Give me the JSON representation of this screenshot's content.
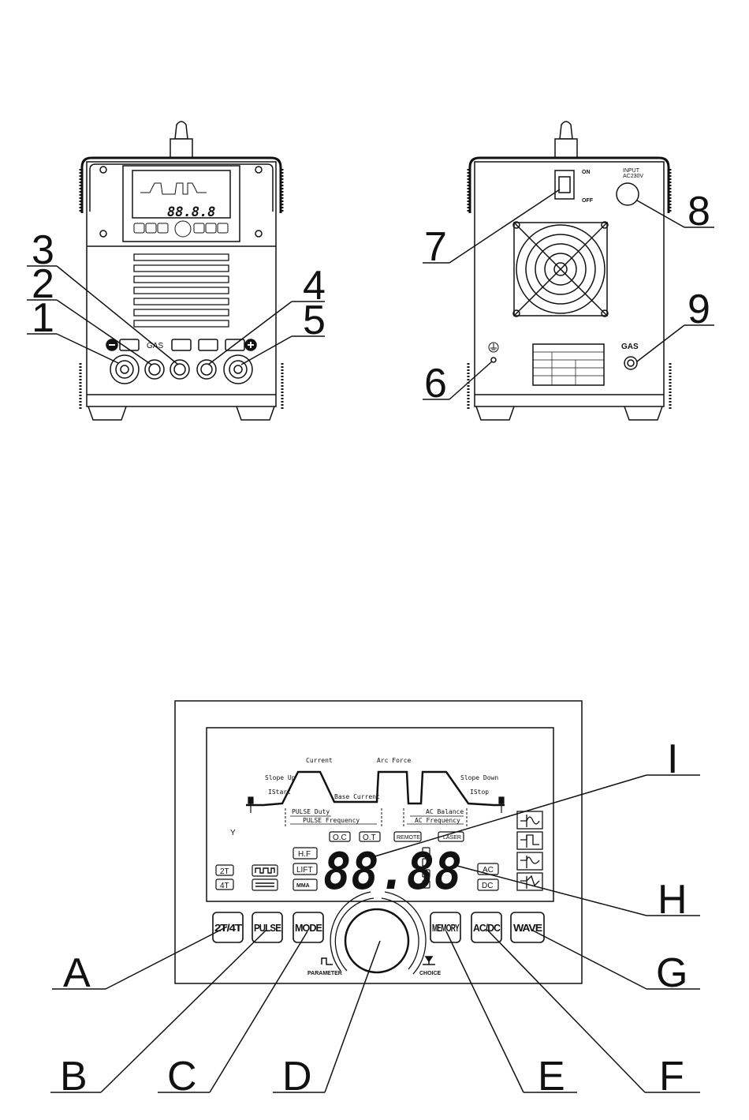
{
  "front_view": {
    "callouts": [
      "1",
      "2",
      "3",
      "4",
      "5"
    ],
    "gas_label": "GAS",
    "buttons": [
      "2T/4T",
      "PULSE",
      "MODE",
      "MEMORY",
      "AC/DC",
      "WAVE"
    ],
    "display_digits": "88.8.8"
  },
  "rear_view": {
    "callouts": [
      "6",
      "7",
      "8",
      "9"
    ],
    "switch_on": "ON",
    "switch_off": "OFF",
    "input_label": "INPUT",
    "input_voltage": "AC230V",
    "gas_label": "GAS"
  },
  "panel": {
    "waveform_labels": {
      "current": "Current",
      "arc_force": "Arc Force",
      "slope_up": "Slope Up",
      "slope_down": "Slope Down",
      "istart": "IStart",
      "istop": "IStop",
      "base_current": "Base Current",
      "pulse_duty": "PULSE Duty",
      "pulse_frequency": "PULSE Frequency",
      "ac_balance": "AC Balance",
      "ac_frequency": "AC Frequency"
    },
    "y_mark": "Y",
    "indicators": {
      "oc": "O.C",
      "ot": "O.T",
      "remote": "REMOTE",
      "laser": "LASER",
      "hf": "H.F",
      "lift": "LIFT",
      "mma": "MMA",
      "two_t": "2T",
      "four_t": "4T",
      "ac": "AC",
      "dc": "DC"
    },
    "digits": "88.88",
    "buttons": {
      "a": "2T/4T",
      "b": "PULSE",
      "c": "MODE",
      "e": "MEMORY",
      "f": "AC/DC",
      "g": "WAVE"
    },
    "knob_left_label": "PARAMETER",
    "knob_right_label": "CHOICE"
  },
  "panel_callouts": [
    "A",
    "B",
    "C",
    "D",
    "E",
    "F",
    "G",
    "H",
    "I"
  ]
}
